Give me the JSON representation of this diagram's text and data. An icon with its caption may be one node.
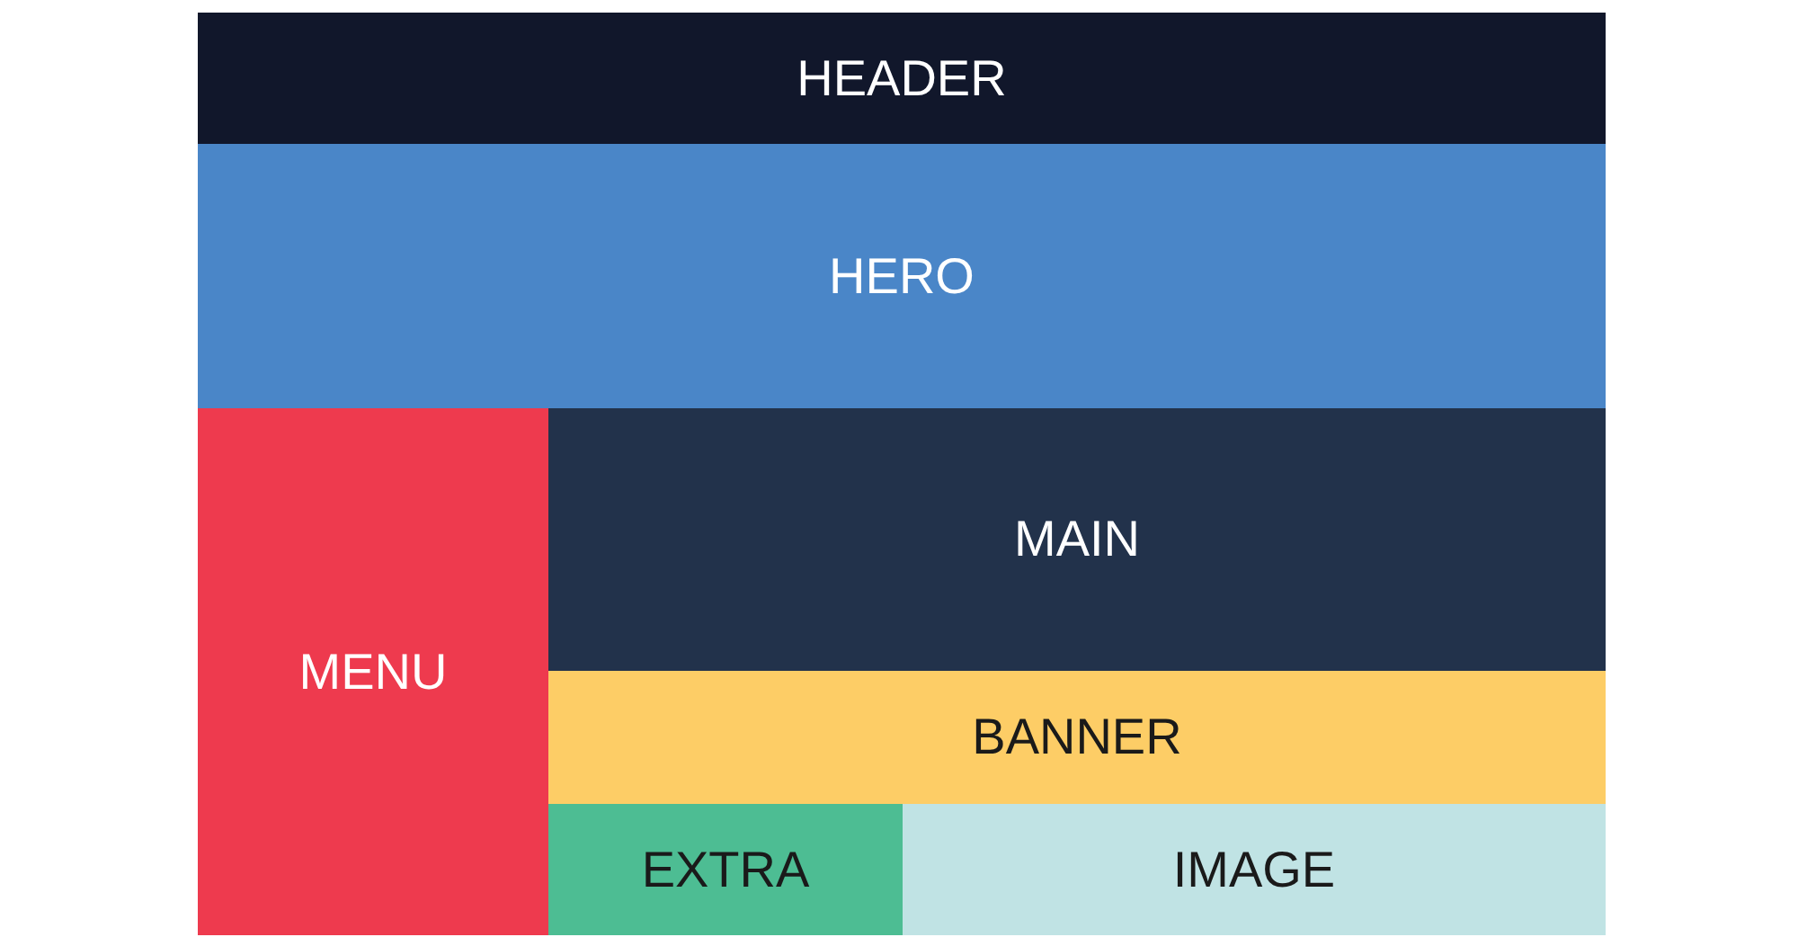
{
  "diagram": {
    "nodes": [
      {
        "text": [
          "HEADER"
        ]
      },
      {
        "text": [
          "HERO"
        ]
      },
      {
        "text": [
          "MENU"
        ]
      },
      {
        "text": [
          "MAIN"
        ]
      },
      {
        "text": [
          "BANNER"
        ]
      },
      {
        "text": [
          "EXTRA"
        ]
      },
      {
        "text": [
          "IMAGE"
        ]
      }
    ]
  }
}
